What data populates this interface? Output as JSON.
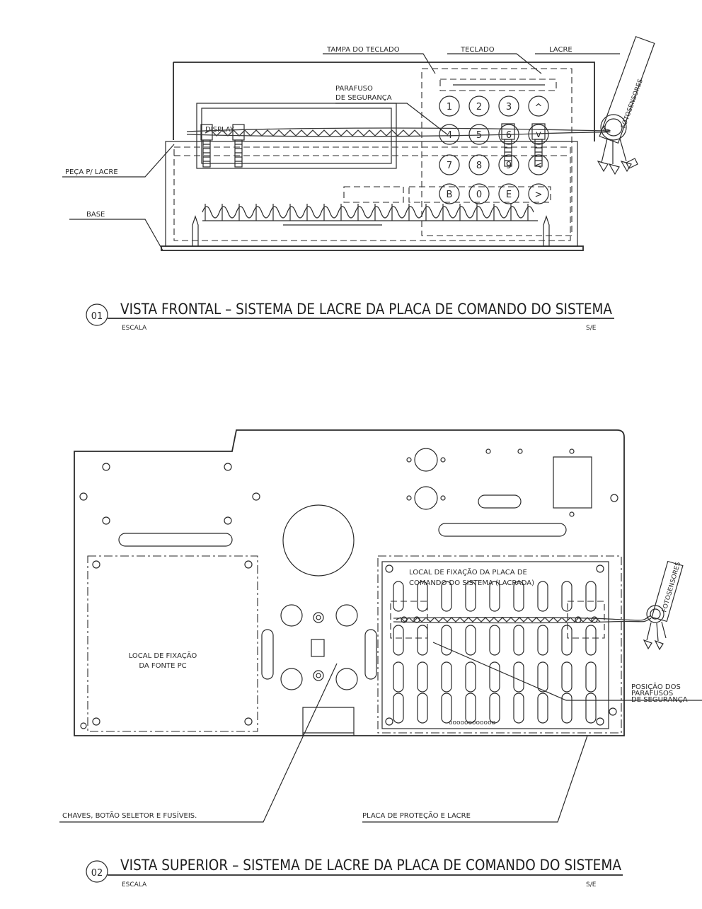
{
  "view1": {
    "labels": {
      "tampa": "TAMPA DO TECLADO",
      "teclado": "TECLADO",
      "lacre": "LACRE",
      "fotosensores": "FOTOSENSORES",
      "parafuso_l1": "PARAFUSO",
      "parafuso_l2": "DE SEGURANÇA",
      "display": "DISPLAY",
      "peca": "PEÇA P/ LACRE",
      "base": "BASE"
    },
    "keys": [
      "1",
      "2",
      "3",
      "^",
      "4",
      "5",
      "6",
      "v",
      "7",
      "8",
      "9",
      "<",
      "B",
      "0",
      "E",
      ">"
    ],
    "number": "01",
    "title": "VISTA FRONTAL – SISTEMA DE LACRE DA PLACA DE COMANDO DO SISTEMA",
    "scale_label": "ESCALA",
    "scale_value": "S/E"
  },
  "view2": {
    "labels": {
      "fonte_l1": "LOCAL DE FIXAÇÃO",
      "fonte_l2": "DA FONTE PC",
      "placa_l1": "LOCAL DE FIXAÇÃO DA PLACA DE",
      "placa_l2": "COMANDO DO SISTEMA (LACRADA)",
      "fotosensores": "FOTOSENSORES",
      "posicao_l1": "POSIÇÃO DOS",
      "posicao_l2": "PARAFUSOS",
      "posicao_l3": "DE SEGURANÇA",
      "chaves": "CHAVES, BOTÃO SELETOR E FUSÍVEIS.",
      "placa_protecao": "PLACA DE PROTEÇÃO E LACRE",
      "connector_dots": "oooooooooooo"
    },
    "number": "02",
    "title": "VISTA SUPERIOR – SISTEMA DE LACRE DA PLACA DE COMANDO DO SISTEMA",
    "scale_label": "ESCALA",
    "scale_value": "S/E"
  }
}
